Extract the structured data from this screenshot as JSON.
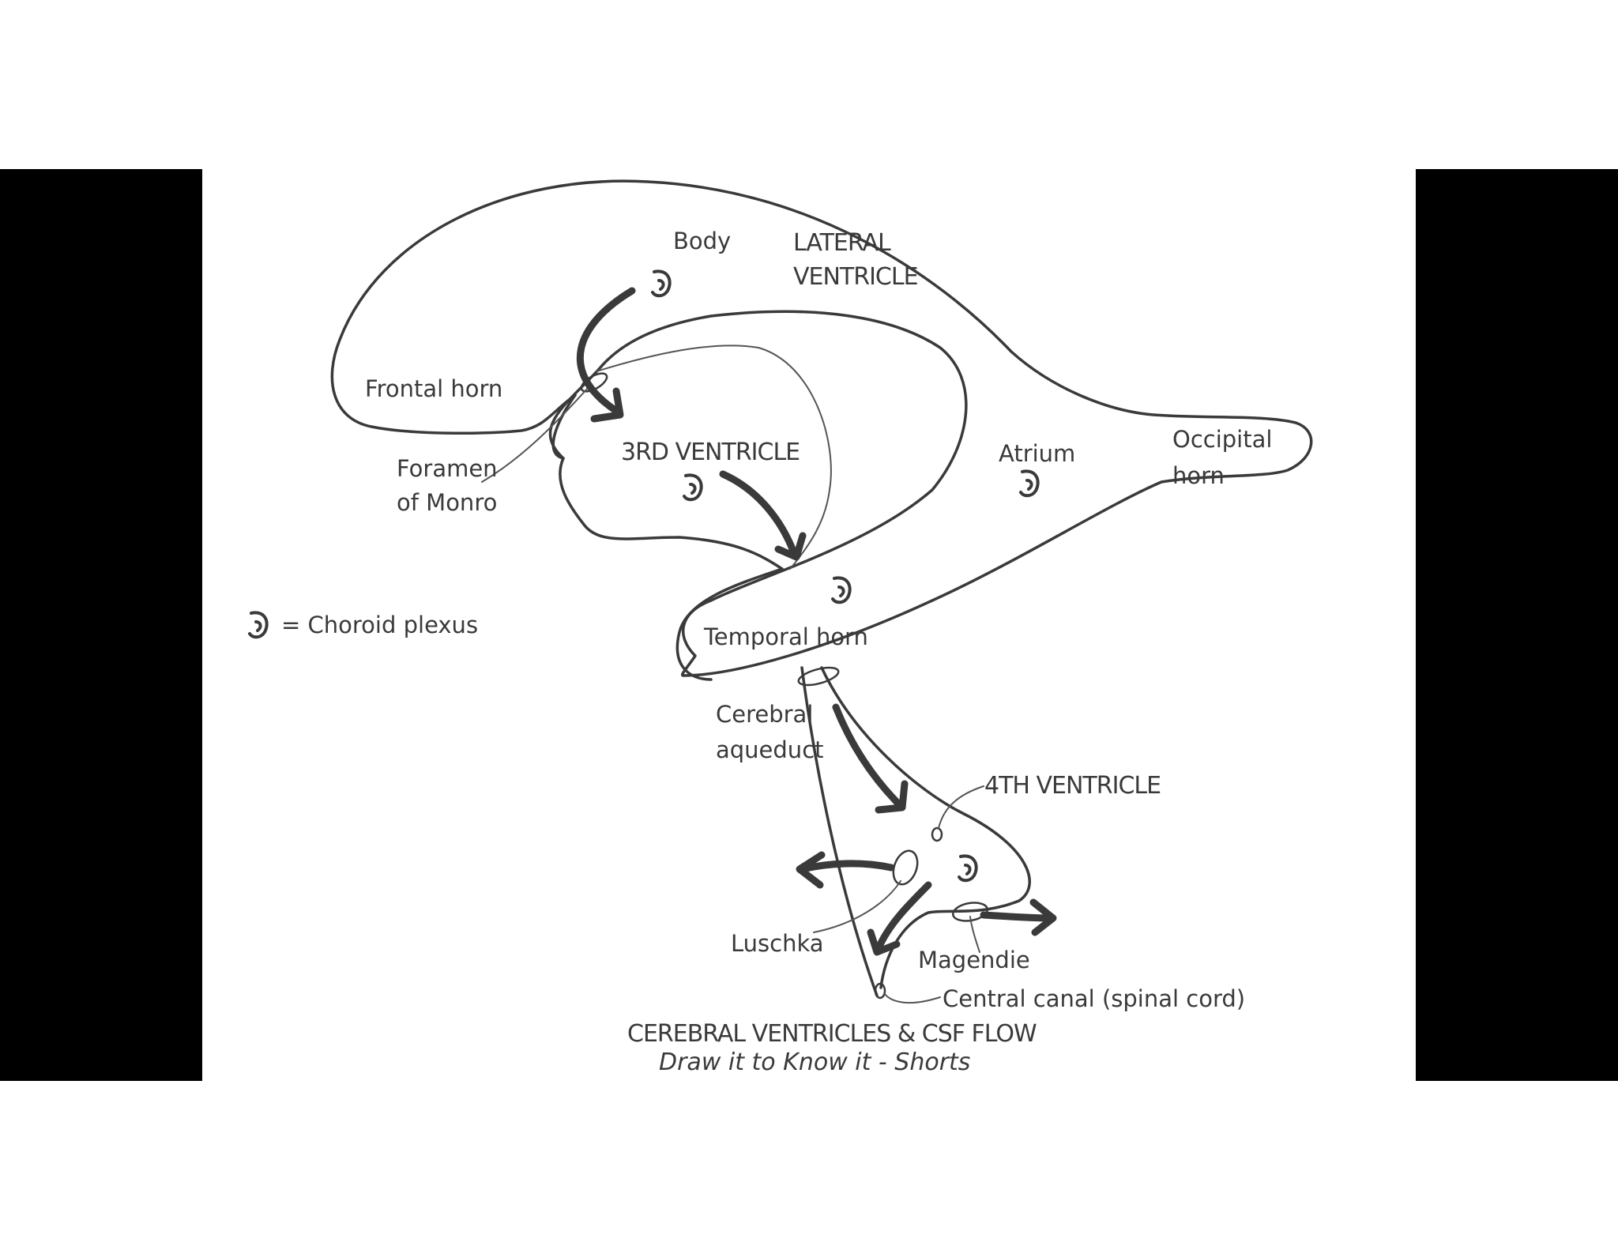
{
  "labels": {
    "body": "Body",
    "lateral_ventricle_1": "LATERAL",
    "lateral_ventricle_2": "VENTRICLE",
    "frontal_horn": "Frontal horn",
    "foramen_1": "Foramen",
    "foramen_2": "of Monro",
    "third_ventricle": "3RD VENTRICLE",
    "atrium": "Atrium",
    "occipital_1": "Occipital",
    "occipital_2": "horn",
    "legend": "= Choroid plexus",
    "temporal_horn": "Temporal horn",
    "aqueduct_1": "Cerebral",
    "aqueduct_2": "aqueduct",
    "fourth_ventricle": "4TH VENTRICLE",
    "luschka": "Luschka",
    "magendie": "Magendie",
    "central_canal": "Central canal (spinal cord)"
  },
  "caption": {
    "title": "CEREBRAL VENTRICLES & CSF FLOW",
    "subtitle": "Draw it to Know it - Shorts"
  },
  "colors": {
    "background": "#ffffff",
    "side_bars": "#000000",
    "ink": "#3a3a3a"
  }
}
